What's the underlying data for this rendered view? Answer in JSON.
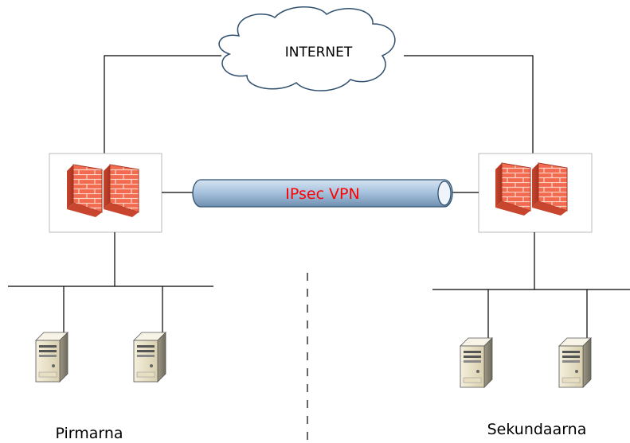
{
  "cloud": {
    "label": "INTERNET",
    "icon": "cloud-icon"
  },
  "tunnel": {
    "label": "IPsec VPN",
    "label_color": "#ff0000",
    "fill": "#a9c4df",
    "stroke": "#2f4f6f"
  },
  "sites": {
    "primary": {
      "label": "Pirmarna"
    },
    "secondary": {
      "label": "Sekundaarna"
    }
  },
  "colors": {
    "brick": "#f26a4f",
    "mortar": "#f9d2c4",
    "server_body": "#ece3c6",
    "server_shade": "#7a7566"
  },
  "icons": {
    "firewall": "firewall-icon",
    "server": "server-icon"
  }
}
